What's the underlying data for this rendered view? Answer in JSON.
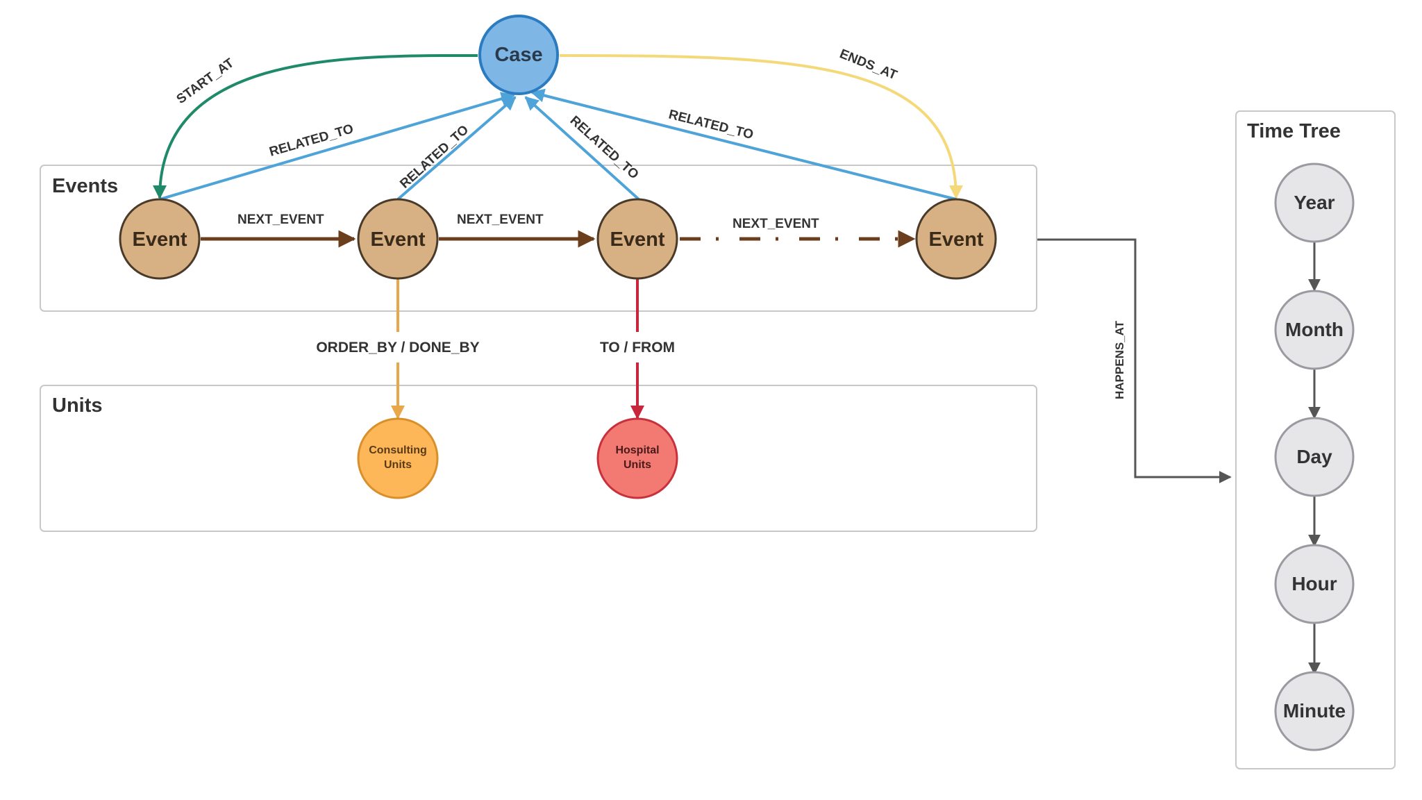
{
  "groups": {
    "events": "Events",
    "units": "Units",
    "time_tree": "Time Tree"
  },
  "nodes": {
    "case": "Case",
    "event_1": "Event",
    "event_2": "Event",
    "event_3": "Event",
    "event_4": "Event",
    "consulting_units": {
      "line1": "Consulting",
      "line2": "Units"
    },
    "hospital_units": {
      "line1": "Hospital",
      "line2": "Units"
    },
    "year": "Year",
    "month": "Month",
    "day": "Day",
    "hour": "Hour",
    "minute": "Minute"
  },
  "edges": {
    "start_at": "START_AT",
    "ends_at": "ENDS_AT",
    "related_to_1": "RELATED_TO",
    "related_to_2": "RELATED_TO",
    "related_to_3": "RELATED_TO",
    "related_to_4": "RELATED_TO",
    "next_event_1": "NEXT_EVENT",
    "next_event_2": "NEXT_EVENT",
    "next_event_3": "NEXT_EVENT",
    "order_by_done_by": "ORDER_BY / DONE_BY",
    "to_from": "TO / FROM",
    "happens_at": "HAPPENS_AT"
  },
  "colors": {
    "case_fill": "#7eb7e6",
    "case_stroke": "#2b7bc0",
    "event_fill": "#d7b183",
    "event_stroke": "#4a3a2a",
    "consulting_fill": "#fdb758",
    "consulting_stroke": "#d9902b",
    "hospital_fill": "#f27a72",
    "hospital_stroke": "#c8313b",
    "time_fill": "#e6e6e9",
    "time_stroke": "#9a9aa0",
    "start_at_edge": "#1f8a6a",
    "ends_at_edge": "#f4d97a",
    "related_to_edge": "#4ea3d9",
    "next_event_edge": "#6b3f1e",
    "order_by_edge": "#e8a84a",
    "to_from_edge": "#c8263c",
    "neutral_edge": "#555555"
  }
}
